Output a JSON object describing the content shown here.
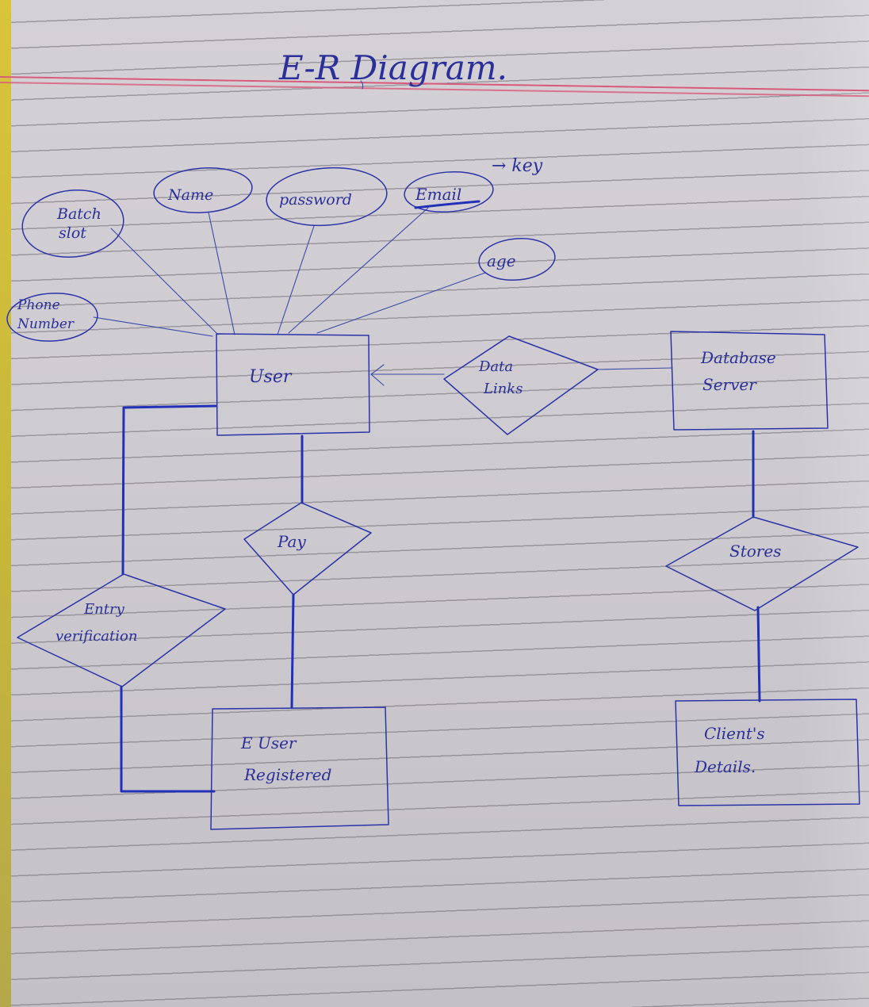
{
  "title": "E-R Diagram.",
  "key_note": "→ key",
  "entities": {
    "user": "User",
    "database_server": [
      "Database",
      "Server"
    ],
    "user_registered": [
      "E User",
      "Registered"
    ],
    "clients_details": [
      "Client's",
      "Details."
    ]
  },
  "attributes": {
    "batch_slot": [
      "Batch",
      "slot"
    ],
    "name": "Name",
    "password": "password",
    "email": "Email",
    "age": "age",
    "phone_number": [
      "Phone",
      "Number"
    ]
  },
  "relationships": {
    "data_links": [
      "Data",
      "Links"
    ],
    "pay": "Pay",
    "entry_verification": [
      "Entry",
      "verification"
    ],
    "stores": "Stores"
  },
  "colors": {
    "ink": "#2a33a8",
    "margin_line": "#d85a7a",
    "paper": "#cfccd1"
  }
}
